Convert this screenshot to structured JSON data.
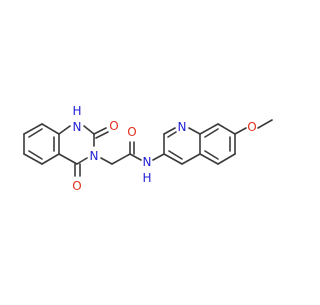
{
  "molecule": {
    "atoms": {
      "nh_ring": "N",
      "nh_ring_h": "H",
      "o_ring_top": "O",
      "o_ring_bottom": "O",
      "n_ring": "N",
      "o_amide": "O",
      "n_amide": "N",
      "n_amide_h": "H",
      "n_quinoline": "N",
      "o_methoxy": "O"
    },
    "colors": {
      "bond": "#3a3a3a",
      "nitrogen": "#1f1fd6",
      "oxygen": "#e0301e"
    }
  }
}
